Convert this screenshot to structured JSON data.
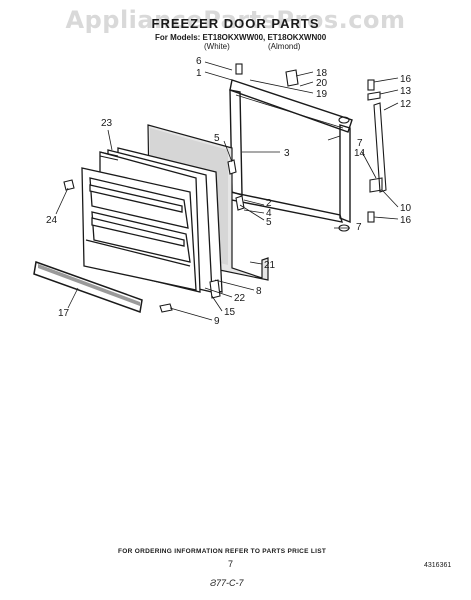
{
  "watermark": "AppliancePartsPros.com",
  "header": {
    "title": "FREEZER DOOR PARTS",
    "models_line": "For Models: ET18OKXWW00, ET18OKXWN00",
    "color_white": "(White)",
    "color_almond": "(Almond)"
  },
  "callouts": [
    "1",
    "2",
    "3",
    "4",
    "5",
    "5",
    "6",
    "7",
    "7",
    "8",
    "9",
    "10",
    "12",
    "13",
    "14",
    "15",
    "16",
    "16",
    "17",
    "18",
    "19",
    "20",
    "21",
    "22",
    "23",
    "24"
  ],
  "footer": {
    "ordering_note": "FOR ORDERING INFORMATION REFER TO PARTS PRICE LIST",
    "page_number": "7",
    "doc_number": "4316361",
    "code": "Ϩ77-C-7"
  }
}
